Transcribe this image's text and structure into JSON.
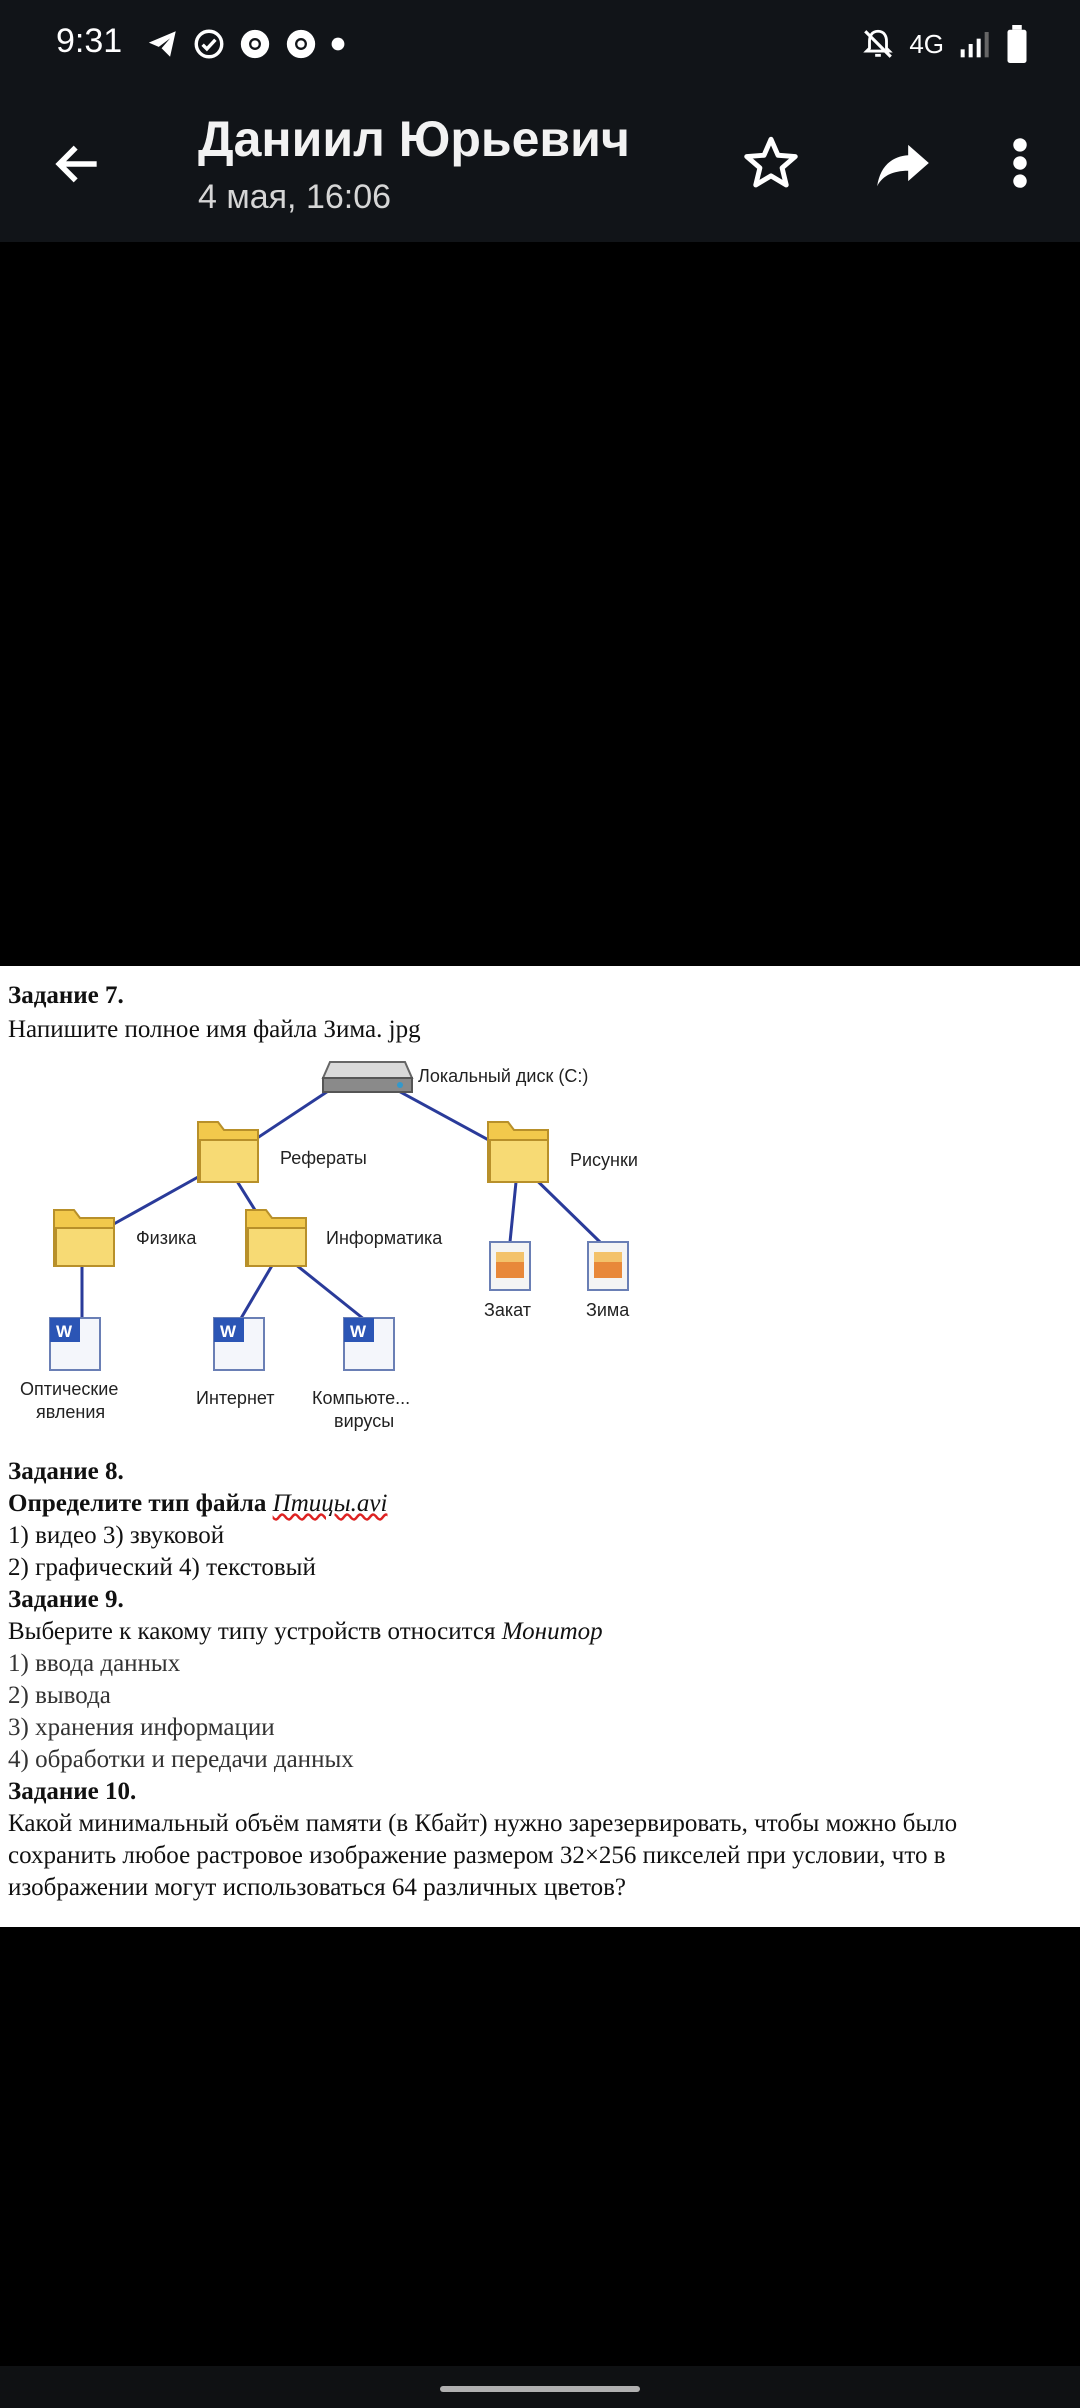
{
  "status": {
    "time": "9:31",
    "network": "4G"
  },
  "header": {
    "title": "Даниил Юрьевич",
    "subtitle": "4 мая, 16:06"
  },
  "doc": {
    "t7_title": "Задание 7.",
    "t7_text": "Напишите полное имя файла Зима. jpg",
    "tree": {
      "disk": "Локальный диск (C:)",
      "referaty": "Рефераты",
      "risunki": "Рисунки",
      "fizika": "Физика",
      "informatika": "Информатика",
      "zakat": "Закат",
      "zima": "Зима",
      "opt1": "Оптические",
      "opt2": "явления",
      "internet": "Интернет",
      "comp1": "Компьюте...",
      "comp2": "вирусы"
    },
    "t8_title": "Задание 8.",
    "t8_q_bold": "Определите тип файла",
    "t8_q_name": "Птицы.avi",
    "t8_a1": "1) видео 3) звуковой",
    "t8_a2": "2) графический 4) текстовый",
    "t9_title": "Задание 9.",
    "t9_q": "Выберите к какому типу устройств относится",
    "t9_q_it": "Монитор",
    "t9_o1": "1) ввода данных",
    "t9_o2": "2) вывода",
    "t9_o3": "3) хранения информации",
    "t9_o4": "4) обработки и передачи данных",
    "t10_title": "Задание 10.",
    "t10_l1": "Какой минимальный объём памяти (в Кбайт) нужно зарезервировать, чтобы можно было",
    "t10_l2": "сохранить любое растровое изображение размером 32×256 пикселей при условии, что в",
    "t10_l3": "изображении могут использоваться 64 различных цветов?"
  }
}
